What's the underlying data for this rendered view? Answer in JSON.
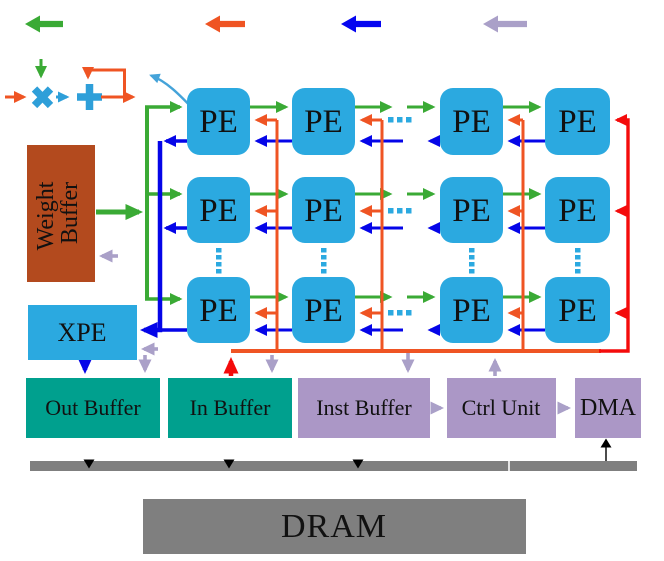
{
  "legend": {
    "arrows": [
      {
        "name": "green-flow-arrow",
        "color": "#3aaa35"
      },
      {
        "name": "orange-flow-arrow",
        "color": "#ef5423"
      },
      {
        "name": "blue-flow-arrow",
        "color": "#0505f0"
      },
      {
        "name": "gray-flow-arrow",
        "color": "#aaa0c8"
      }
    ]
  },
  "mac_unit": {
    "multiply_icon": "multiply",
    "add_icon": "plus",
    "accumulate_loop_icon": "feedback-loop",
    "zoom_callout_icon": "curved-arrow"
  },
  "pe_array": {
    "pe_label": "PE",
    "rows_visible": 3,
    "cols_visible": 4,
    "col_ellipsis": "...",
    "row_ellipsis": "⋮"
  },
  "blocks": {
    "weight_buffer": {
      "line1": "Weight",
      "line2": "Buffer",
      "color": "#b34a1e"
    },
    "xpe": {
      "label": "XPE",
      "color": "#2ba9e0"
    },
    "out_buffer": {
      "label": "Out Buffer",
      "color": "#00a08e"
    },
    "in_buffer": {
      "label": "In Buffer",
      "color": "#00a08e"
    },
    "inst_buffer": {
      "label": "Inst Buffer",
      "color": "#ab97c6"
    },
    "ctrl_unit": {
      "label": "Ctrl Unit",
      "color": "#ab97c6"
    },
    "dma": {
      "label": "DMA",
      "color": "#ab97c6"
    },
    "dram": {
      "label": "DRAM",
      "color": "#7f7f7f"
    }
  },
  "colors": {
    "pe_fill": "#2ba9e0",
    "green": "#3aaa35",
    "orange": "#ef5423",
    "red": "#f40b0b",
    "blue": "#0505e8",
    "gray_purple": "#aaa0c8",
    "bus_gray": "#7f7f7f",
    "icon_blue": "#2e9fd9",
    "light_blue": "#45a3d9"
  }
}
